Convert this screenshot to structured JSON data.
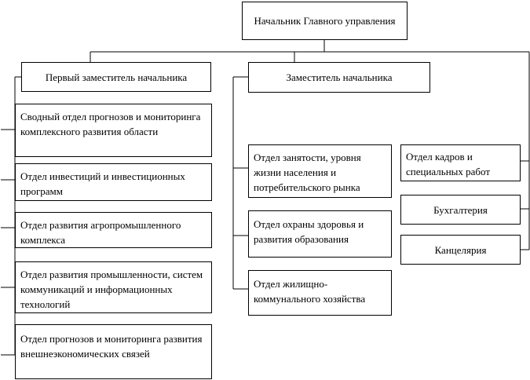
{
  "diagram": {
    "head": "Начальник Главного управления",
    "first_deputy": "Первый заместитель начальника",
    "deputy": "Заместитель начальника",
    "left_departments": [
      "Сводный отдел прогнозов и мониторинга комплексного развития области",
      "Отдел инвестиций и инвестиционных программ",
      "Отдел развития агропромышленного комплекса",
      "Отдел развития промышленности, систем коммуникаций и информационных технологий",
      "Отдел прогнозов и мониторинга развития внешнеэкономических связей"
    ],
    "middle_departments": [
      "Отдел занятости, уровня жизни населения и потребительского рынка",
      "Отдел охраны здоровья и развития образования",
      "Отдел жилищно-коммунального хозяйства"
    ],
    "right_departments": [
      "Отдел кадров и специальных работ",
      "Бухгалтерия",
      "Канцелярия"
    ]
  }
}
